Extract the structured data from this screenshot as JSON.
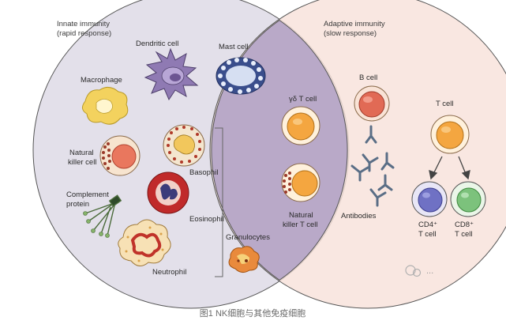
{
  "headers": {
    "innate_title": "Innate immunity",
    "innate_sub": "(rapid response)",
    "adaptive_title": "Adaptive immunity",
    "adaptive_sub": "(slow response)"
  },
  "labels": {
    "dendritic": "Dendritic cell",
    "mast": "Mast cell",
    "macrophage": "Macrophage",
    "nk_line1": "Natural",
    "nk_line2": "killer cell",
    "basophil": "Basophil",
    "complement_line1": "Complement",
    "complement_line2": "protein",
    "eosinophil": "Eosinophil",
    "neutrophil": "Neutrophil",
    "granulocytes": "Granulocytes",
    "gamma_delta": "γδ T cell",
    "nkt_line1": "Natural",
    "nkt_line2": "killer T cell",
    "bcell": "B cell",
    "antibodies": "Antibodies",
    "tcell": "T cell",
    "cd4_line1": "CD4⁺",
    "cd4_line2": "T cell",
    "cd8_line1": "CD8⁺",
    "cd8_line2": "T cell"
  },
  "caption": "图1 NK细胞与其他免疫细胞",
  "watermark": "...",
  "colors": {
    "innate_fill": "#e3e0ea",
    "adaptive_fill": "#f8e3dc",
    "overlap_fill": "#b9a9c8",
    "circle_stroke": "#555555",
    "t_cell_nucleus": "#f4a640",
    "b_cell_nucleus": "#e16a55",
    "cd4_nucleus": "#6f71c4",
    "cd8_nucleus": "#7cc27c",
    "dendritic": "#8f7ab3",
    "mast": "#3a4e8c",
    "macrophage": "#f3d25e",
    "eosinophil": "#c02a2a"
  }
}
